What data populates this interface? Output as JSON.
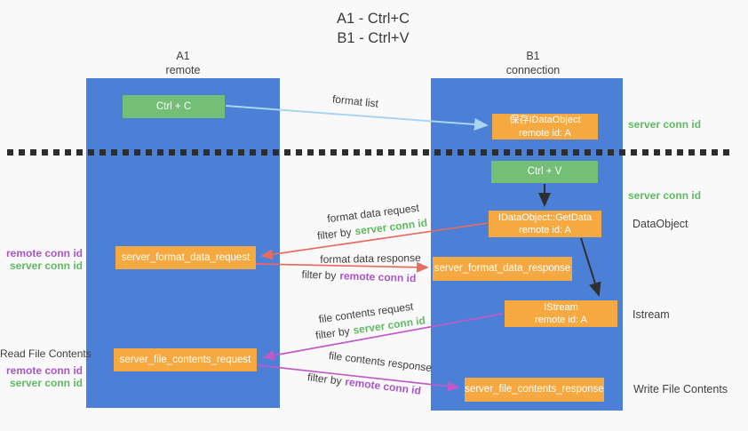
{
  "title": {
    "line1": "A1 - Ctrl+C",
    "line2": "B1 - Ctrl+V"
  },
  "lanes": {
    "left": {
      "name": "A1",
      "role": "remote"
    },
    "right": {
      "name": "B1",
      "role": "connection"
    }
  },
  "nodes": {
    "ctrl_c": {
      "label": "Ctrl + C"
    },
    "save_idataobject": {
      "line1": "保存IDataObject",
      "line2": "remote id: A"
    },
    "ctrl_v": {
      "label": "Ctrl + V"
    },
    "getdata": {
      "line1": "IDataObject::GetData",
      "line2": "remote id: A"
    },
    "format_request": {
      "label": "server_format_data_request"
    },
    "format_response": {
      "label": "server_format_data_response"
    },
    "istream": {
      "line1": "IStream",
      "line2": "remote id: A"
    },
    "file_request": {
      "label": "server_file_contents_request"
    },
    "file_response": {
      "label": "server_file_contents_response"
    }
  },
  "arrow_labels": {
    "format_list": "format list",
    "format_data_request": "format data request",
    "format_data_response": "format data response",
    "file_contents_request": "file contents request",
    "file_contents_response": "file contents response",
    "filter_by": "filter by",
    "server_conn_id": "server conn id",
    "remote_conn_id": "remote conn id"
  },
  "side_labels": {
    "left_format": {
      "remote_conn": "remote conn id",
      "server_conn": "server conn id"
    },
    "read_file": "Read File Contents",
    "left_file": {
      "remote_conn": "remote conn id",
      "server_conn": "server conn id"
    },
    "right": {
      "server_conn_top": "server conn id",
      "server_conn_mid": "server conn id",
      "dataobject": "DataObject",
      "istream": "Istream",
      "write_file": "Write File Contents"
    }
  },
  "colors": {
    "background": "#f9f9f9",
    "lane_blue": "#4b80d6",
    "node_green": "#72bf75",
    "node_orange": "#f7a941",
    "server_conn_green": "#5fba63",
    "remote_conn_purple": "#a855c8",
    "arrow_red": "#e96a5e",
    "arrow_magenta": "#c05ac8",
    "arrow_light_blue": "#a9d4f2",
    "arrow_black": "#2f2f2f",
    "text_dark": "#3e3e3e"
  }
}
